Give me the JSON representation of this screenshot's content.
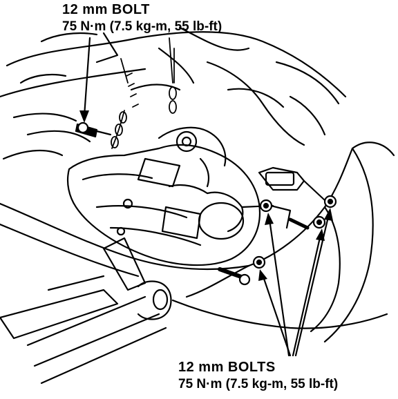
{
  "callouts": {
    "top": {
      "size": "12 mm BOLT",
      "torque": "75 N·m (7.5 kg-m, 55 lb-ft)"
    },
    "bottom": {
      "size": "12 mm BOLTS",
      "torque": "75 N·m (7.5 kg-m, 55 lb-ft)"
    }
  },
  "colors": {
    "ink": "#000000",
    "paper": "#ffffff"
  }
}
